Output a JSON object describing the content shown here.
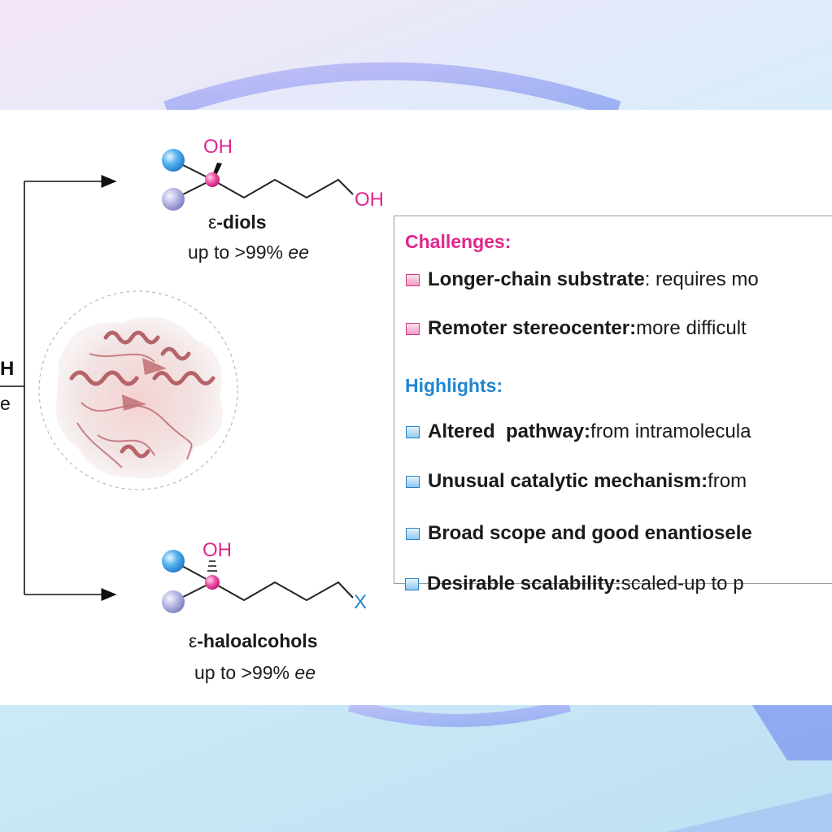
{
  "colors": {
    "magenta": "#e0268e",
    "blue": "#1f86d1",
    "text": "#1a1a1a",
    "bullet_pink": "#f6b5d3",
    "bullet_blue": "#a9d4f1"
  },
  "left_labels": {
    "line1": "H",
    "line2": "e"
  },
  "products": {
    "top": {
      "oh_top": "OH",
      "oh_end": "OH",
      "name_prefix": "ε",
      "name": "-diols",
      "ee_text": "up to >99% ",
      "ee_unit": "ee"
    },
    "bottom": {
      "oh_top": "OH",
      "end_group": "X",
      "name_prefix": "ε",
      "name": "-haloalcohols",
      "ee_text": "up to >99% ",
      "ee_unit": "ee"
    }
  },
  "info": {
    "challenges_title": "Challenges:",
    "challenges": [
      {
        "lead": "Longer-chain substrate",
        "rest": ": requires mo"
      },
      {
        "lead": "Remoter stereocenter:",
        "rest": " more difficult"
      }
    ],
    "highlights_title": "Highlights:",
    "highlights": [
      {
        "lead": "Altered  pathway:",
        "rest": " from intramolecula"
      },
      {
        "lead": "Unusual catalytic mechanism:",
        "rest": " from"
      },
      {
        "lead": "Broad scope and good enantiosele",
        "rest": ""
      },
      {
        "lead": "Desirable scalability:",
        "rest": " scaled-up to p"
      }
    ]
  }
}
